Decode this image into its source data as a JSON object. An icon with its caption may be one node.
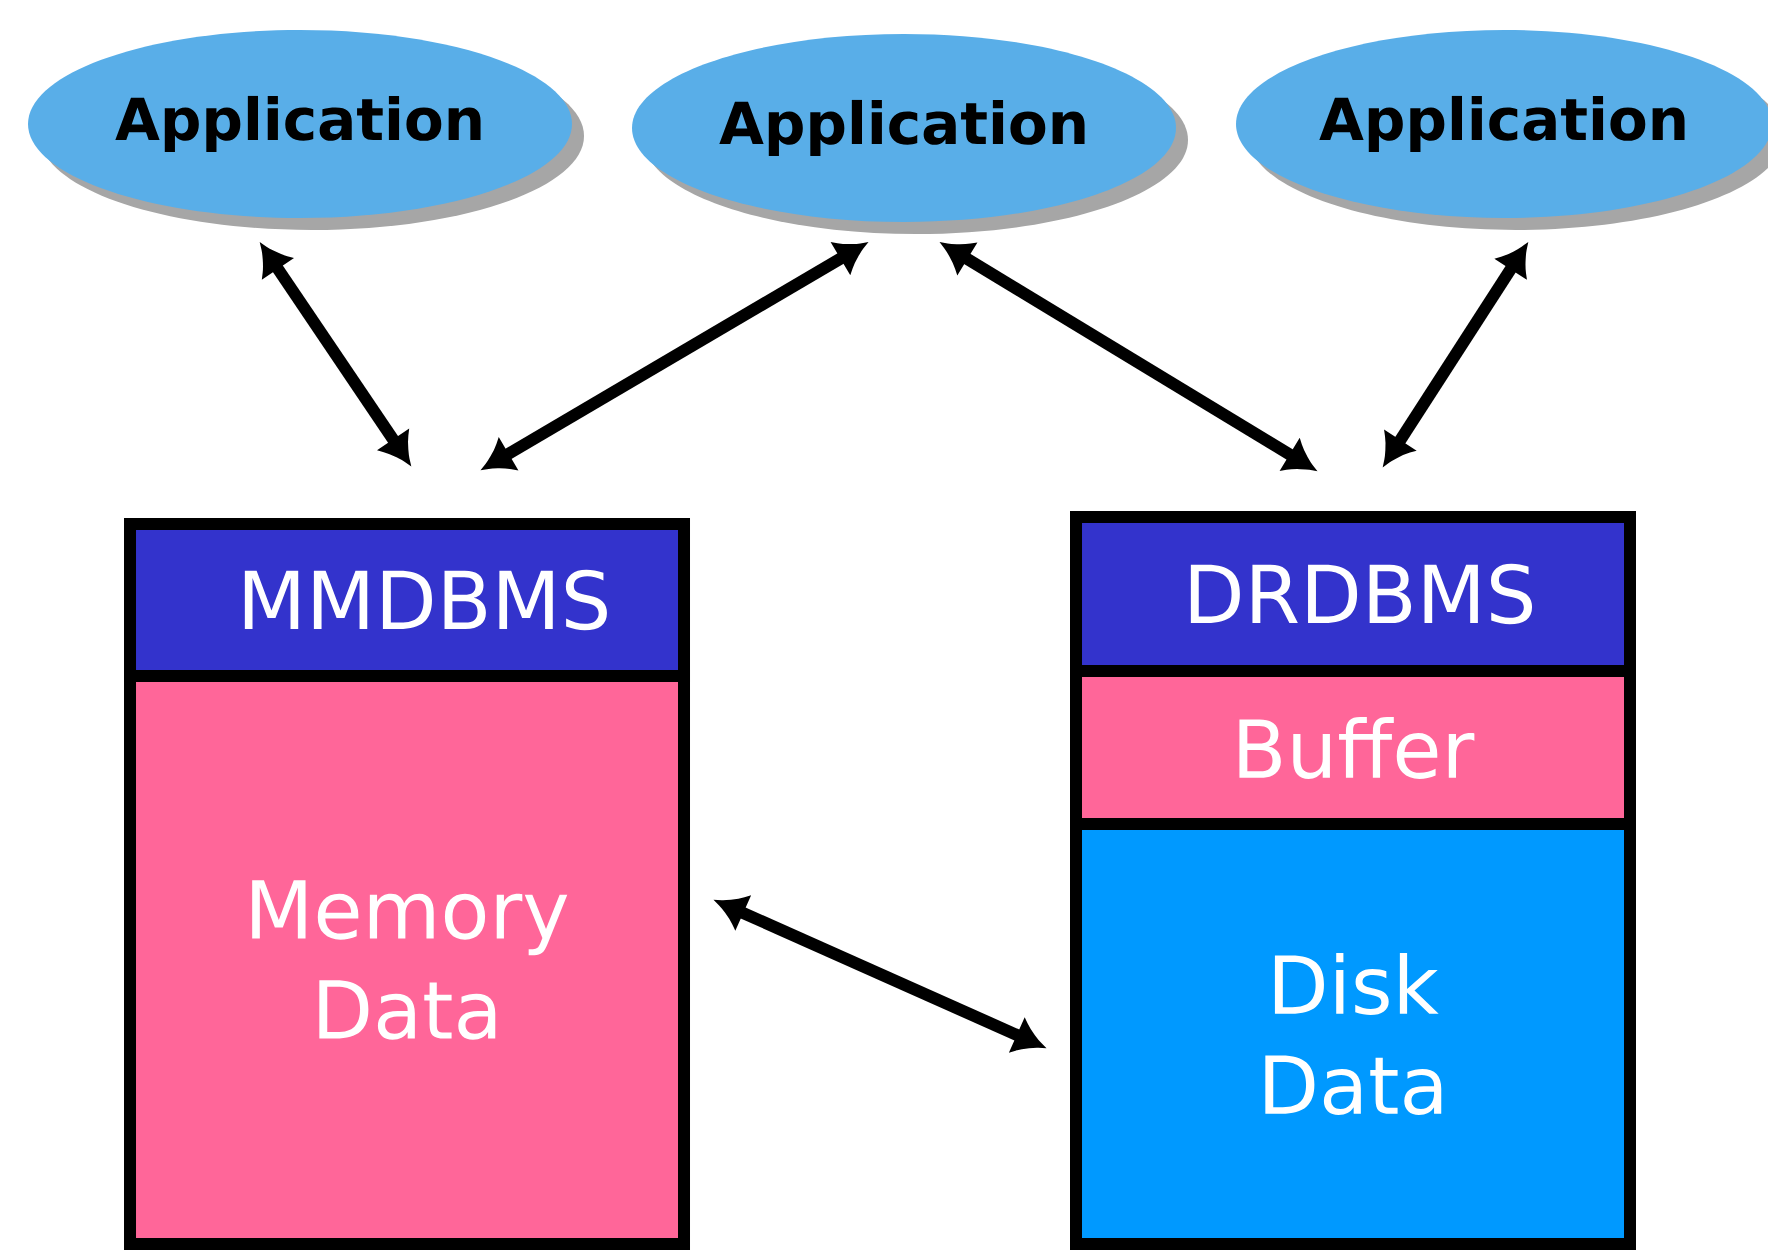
{
  "diagram": {
    "nodes": [
      {
        "text": [
          "Application"
        ]
      },
      {
        "text": [
          "Application"
        ]
      },
      {
        "text": [
          "Application"
        ]
      },
      {
        "text": [
          "MMDBMS"
        ]
      },
      {
        "text": [
          "Memory Data"
        ]
      },
      {
        "text": [
          "DRDBMS"
        ]
      },
      {
        "text": [
          "Buffer"
        ]
      },
      {
        "text": [
          "Disk Data"
        ]
      }
    ],
    "edges": [
      {
        "from": 0,
        "to": 3,
        "arrow": "both"
      },
      {
        "from": 1,
        "to": 3,
        "arrow": "both"
      },
      {
        "from": 1,
        "to": 5,
        "arrow": "both"
      },
      {
        "from": 2,
        "to": 5,
        "arrow": "both"
      },
      {
        "from": 4,
        "to": 7,
        "arrow": "both"
      }
    ]
  }
}
